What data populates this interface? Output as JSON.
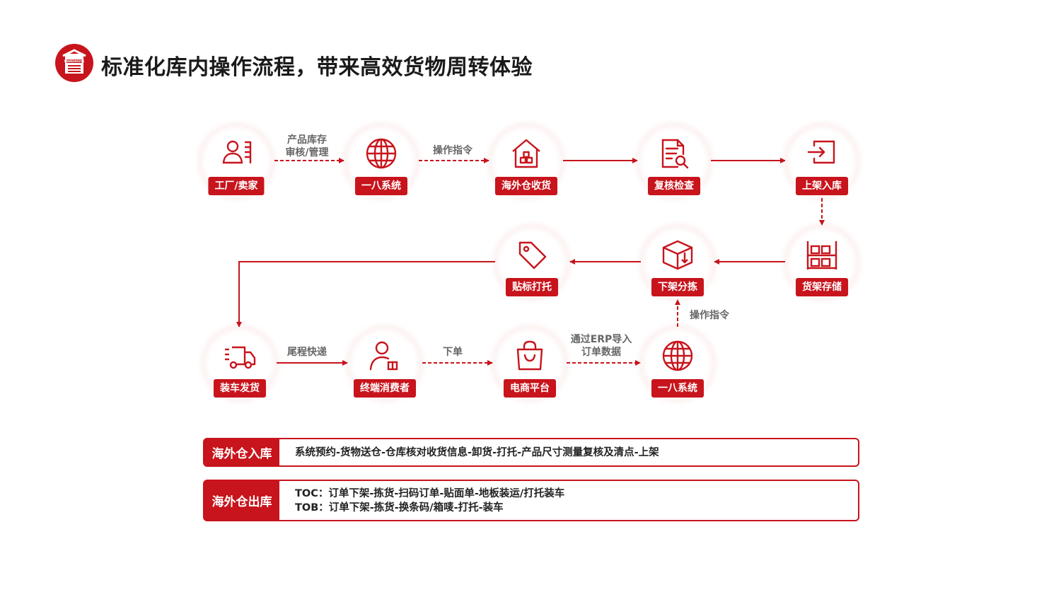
{
  "header": {
    "logo_text": "WAREHOUSE",
    "title": "标准化库内操作流程，带来高效货物周转体验"
  },
  "nodes": {
    "factory": "工厂/卖家",
    "system1": "一八系统",
    "receive": "海外仓收货",
    "recheck": "复核检查",
    "shelve": "上架入库",
    "storage": "货架存储",
    "pick": "下架分拣",
    "label": "贴标打托",
    "ship": "装车发货",
    "consumer": "终端消费者",
    "ecommerce": "电商平台",
    "system2": "一八系统"
  },
  "edges": {
    "inventory_line1": "产品库存",
    "inventory_line2": "审核/管理",
    "op_cmd1": "操作指令",
    "op_cmd2": "操作指令",
    "last_mile": "尾程快递",
    "order": "下单",
    "erp_line1": "通过ERP导入",
    "erp_line2": "订单数据"
  },
  "info": {
    "inbound": {
      "tag": "海外仓入库",
      "text": "系统预约-货物送仓-仓库核对收货信息-卸货-打托-产品尺寸测量复核及清点-上架"
    },
    "outbound": {
      "tag": "海外仓出库",
      "toc": "TOC：订单下架-拣货-扫码订单-贴面单-地板装运/打托装车",
      "tob": "TOB：订单下架-拣货-换条码/箱唛-打托-装车"
    }
  },
  "colors": {
    "accent": "#c8141c",
    "label_text": "#666666"
  }
}
